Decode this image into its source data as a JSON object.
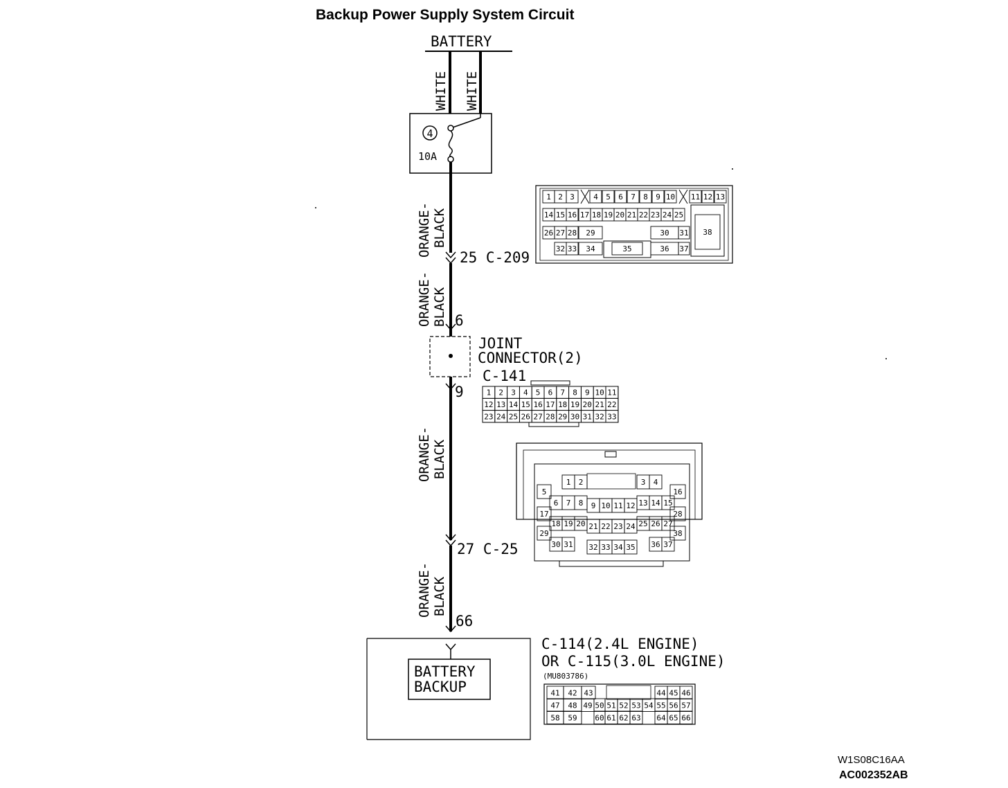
{
  "title": "Backup Power Supply System Circuit",
  "battery_label": "BATTERY",
  "wires": {
    "white_left": "WHITE",
    "white_right": "WHITE",
    "ob_1a": "ORANGE-",
    "ob_1b": "BLACK",
    "ob_2a": "ORANGE-",
    "ob_2b": "BLACK",
    "ob_3a": "ORANGE-",
    "ob_3b": "BLACK",
    "ob_4a": "ORANGE-",
    "ob_4b": "BLACK"
  },
  "fuse": {
    "number": "4",
    "rating": "10A"
  },
  "c209": {
    "pin_ref": "25 C-209"
  },
  "joint": {
    "pin_in": "6",
    "line1": "JOINT",
    "line2": "CONNECTOR(2)",
    "code": "C-141",
    "pin_out": "9"
  },
  "c25": {
    "pin_ref": "27 C-25"
  },
  "ecu": {
    "pin_in": "66",
    "label_line1": "BATTERY",
    "label_line2": "BACKUP",
    "conn_line1": "C-114(2.4L ENGINE)",
    "conn_line2": "OR C-115(3.0L ENGINE)",
    "part_no": "(MU803786)"
  },
  "c209_pins": [
    "1",
    "2",
    "3",
    "4",
    "5",
    "6",
    "7",
    "8",
    "9",
    "10",
    "11",
    "12",
    "13",
    "14",
    "15",
    "16",
    "17",
    "18",
    "19",
    "20",
    "21",
    "22",
    "23",
    "24",
    "25",
    "26",
    "27",
    "28",
    "29",
    "30",
    "31",
    "32",
    "33",
    "34",
    "35",
    "36",
    "37",
    "38"
  ],
  "c141_pins": [
    "1",
    "2",
    "3",
    "4",
    "5",
    "6",
    "7",
    "8",
    "9",
    "10",
    "11",
    "12",
    "13",
    "14",
    "15",
    "16",
    "17",
    "18",
    "19",
    "20",
    "21",
    "22",
    "23",
    "24",
    "25",
    "26",
    "27",
    "28",
    "29",
    "30",
    "31",
    "32",
    "33"
  ],
  "c25_pins": [
    "1",
    "2",
    "3",
    "4",
    "5",
    "6",
    "7",
    "8",
    "9",
    "10",
    "11",
    "12",
    "13",
    "14",
    "15",
    "16",
    "17",
    "18",
    "19",
    "20",
    "21",
    "22",
    "23",
    "24",
    "25",
    "26",
    "27",
    "28",
    "29",
    "30",
    "31",
    "32",
    "33",
    "34",
    "35",
    "36",
    "37",
    "38"
  ],
  "c114_pins": [
    "41",
    "42",
    "43",
    "44",
    "45",
    "46",
    "47",
    "48",
    "49",
    "50",
    "51",
    "52",
    "53",
    "54",
    "55",
    "56",
    "57",
    "58",
    "59",
    "60",
    "61",
    "62",
    "63",
    "64",
    "65",
    "66"
  ],
  "footer": {
    "line1": "W1S08C16AA",
    "line2": "AC002352AB"
  }
}
